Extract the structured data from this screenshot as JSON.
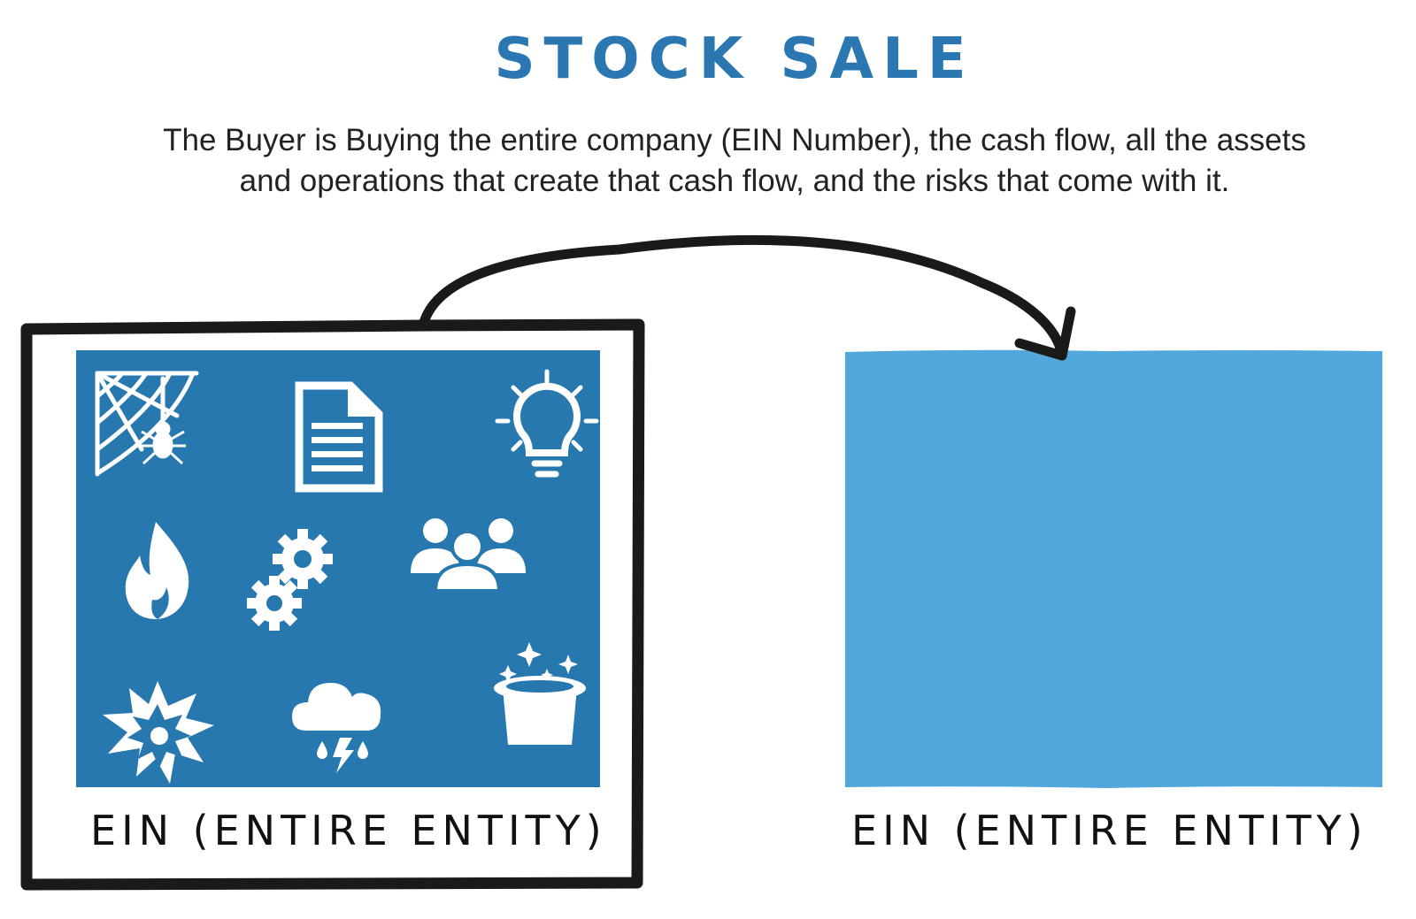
{
  "diagram": {
    "title": "STOCK SALE",
    "description_line1": "The Buyer is Buying the entire company (EIN Number), the cash flow, all the assets",
    "description_line2": "and operations that create that cash flow, and the risks that come with it.",
    "left_entity": {
      "label": "EIN (ENTIRE ENTITY)",
      "icons": [
        "spiderweb-icon",
        "document-icon",
        "lightbulb-icon",
        "fire-icon",
        "gears-icon",
        "people-icon",
        "explosion-icon",
        "storm-cloud-icon",
        "magic-hat-icon"
      ]
    },
    "right_entity": {
      "label": "EIN (ENTIRE ENTITY)"
    },
    "colors": {
      "title": "#2a77b1",
      "left_fill": "#2878b0",
      "right_fill": "#52a8dc",
      "frame": "#1a1a1a"
    }
  }
}
